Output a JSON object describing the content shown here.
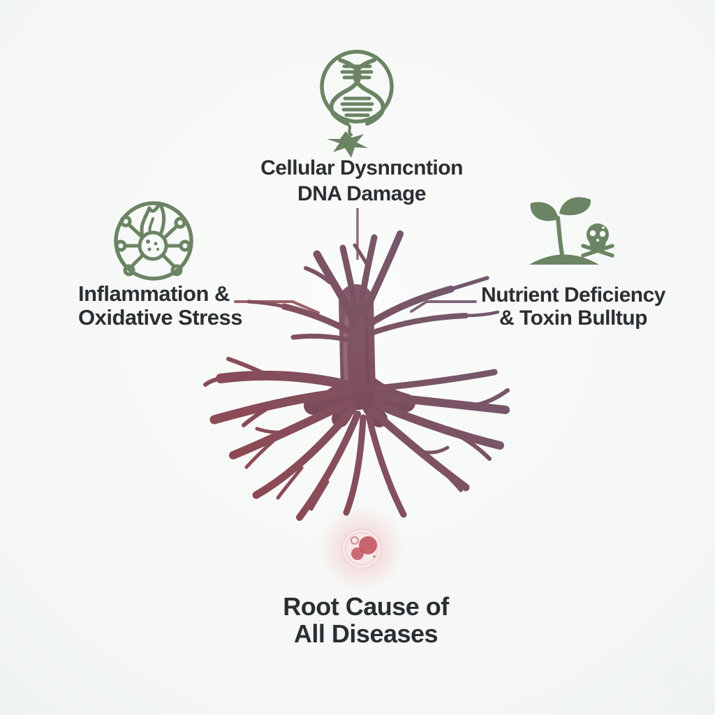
{
  "colors": {
    "background_center": "#fafbfa",
    "background_edge": "#dce3dd",
    "icon_green": "#6b8463",
    "text_dark": "#2b2f33",
    "connector_top": "#8e6d79",
    "connector_left": "#9d6065",
    "connector_right": "#7f6479",
    "root_red": "#8f4852",
    "root_maroon": "#82505e",
    "root_purple": "#6f5a6f",
    "trunk_plum_light": "#85596b",
    "trunk_plum_dark": "#7a4a59",
    "cell_glow_pink": "#f3c6c7",
    "cell_body": "#f8e8e8",
    "nucleus_red": "#c25560",
    "sparkle_white": "#eef3ef"
  },
  "nodes": {
    "top": {
      "icon": "dna-damage-icon",
      "line1": "Cellular Dysnпcntion",
      "line2": "DNA Damage"
    },
    "left": {
      "icon": "virus-flame-icon",
      "line1": "Inflammation &",
      "line2": "Oxidative Stress"
    },
    "right": {
      "icon": "sprout-skull-icon",
      "line1": "Nutrient Deficiency",
      "line2": "& Toxin Bulltup"
    }
  },
  "center": {
    "illustration": "tree-roots",
    "caption_line1": "Root Cause of",
    "caption_line2": "All Diseases"
  },
  "decorations": {
    "cell": "cell-illustration",
    "sparkle": "sparkle-icon"
  }
}
